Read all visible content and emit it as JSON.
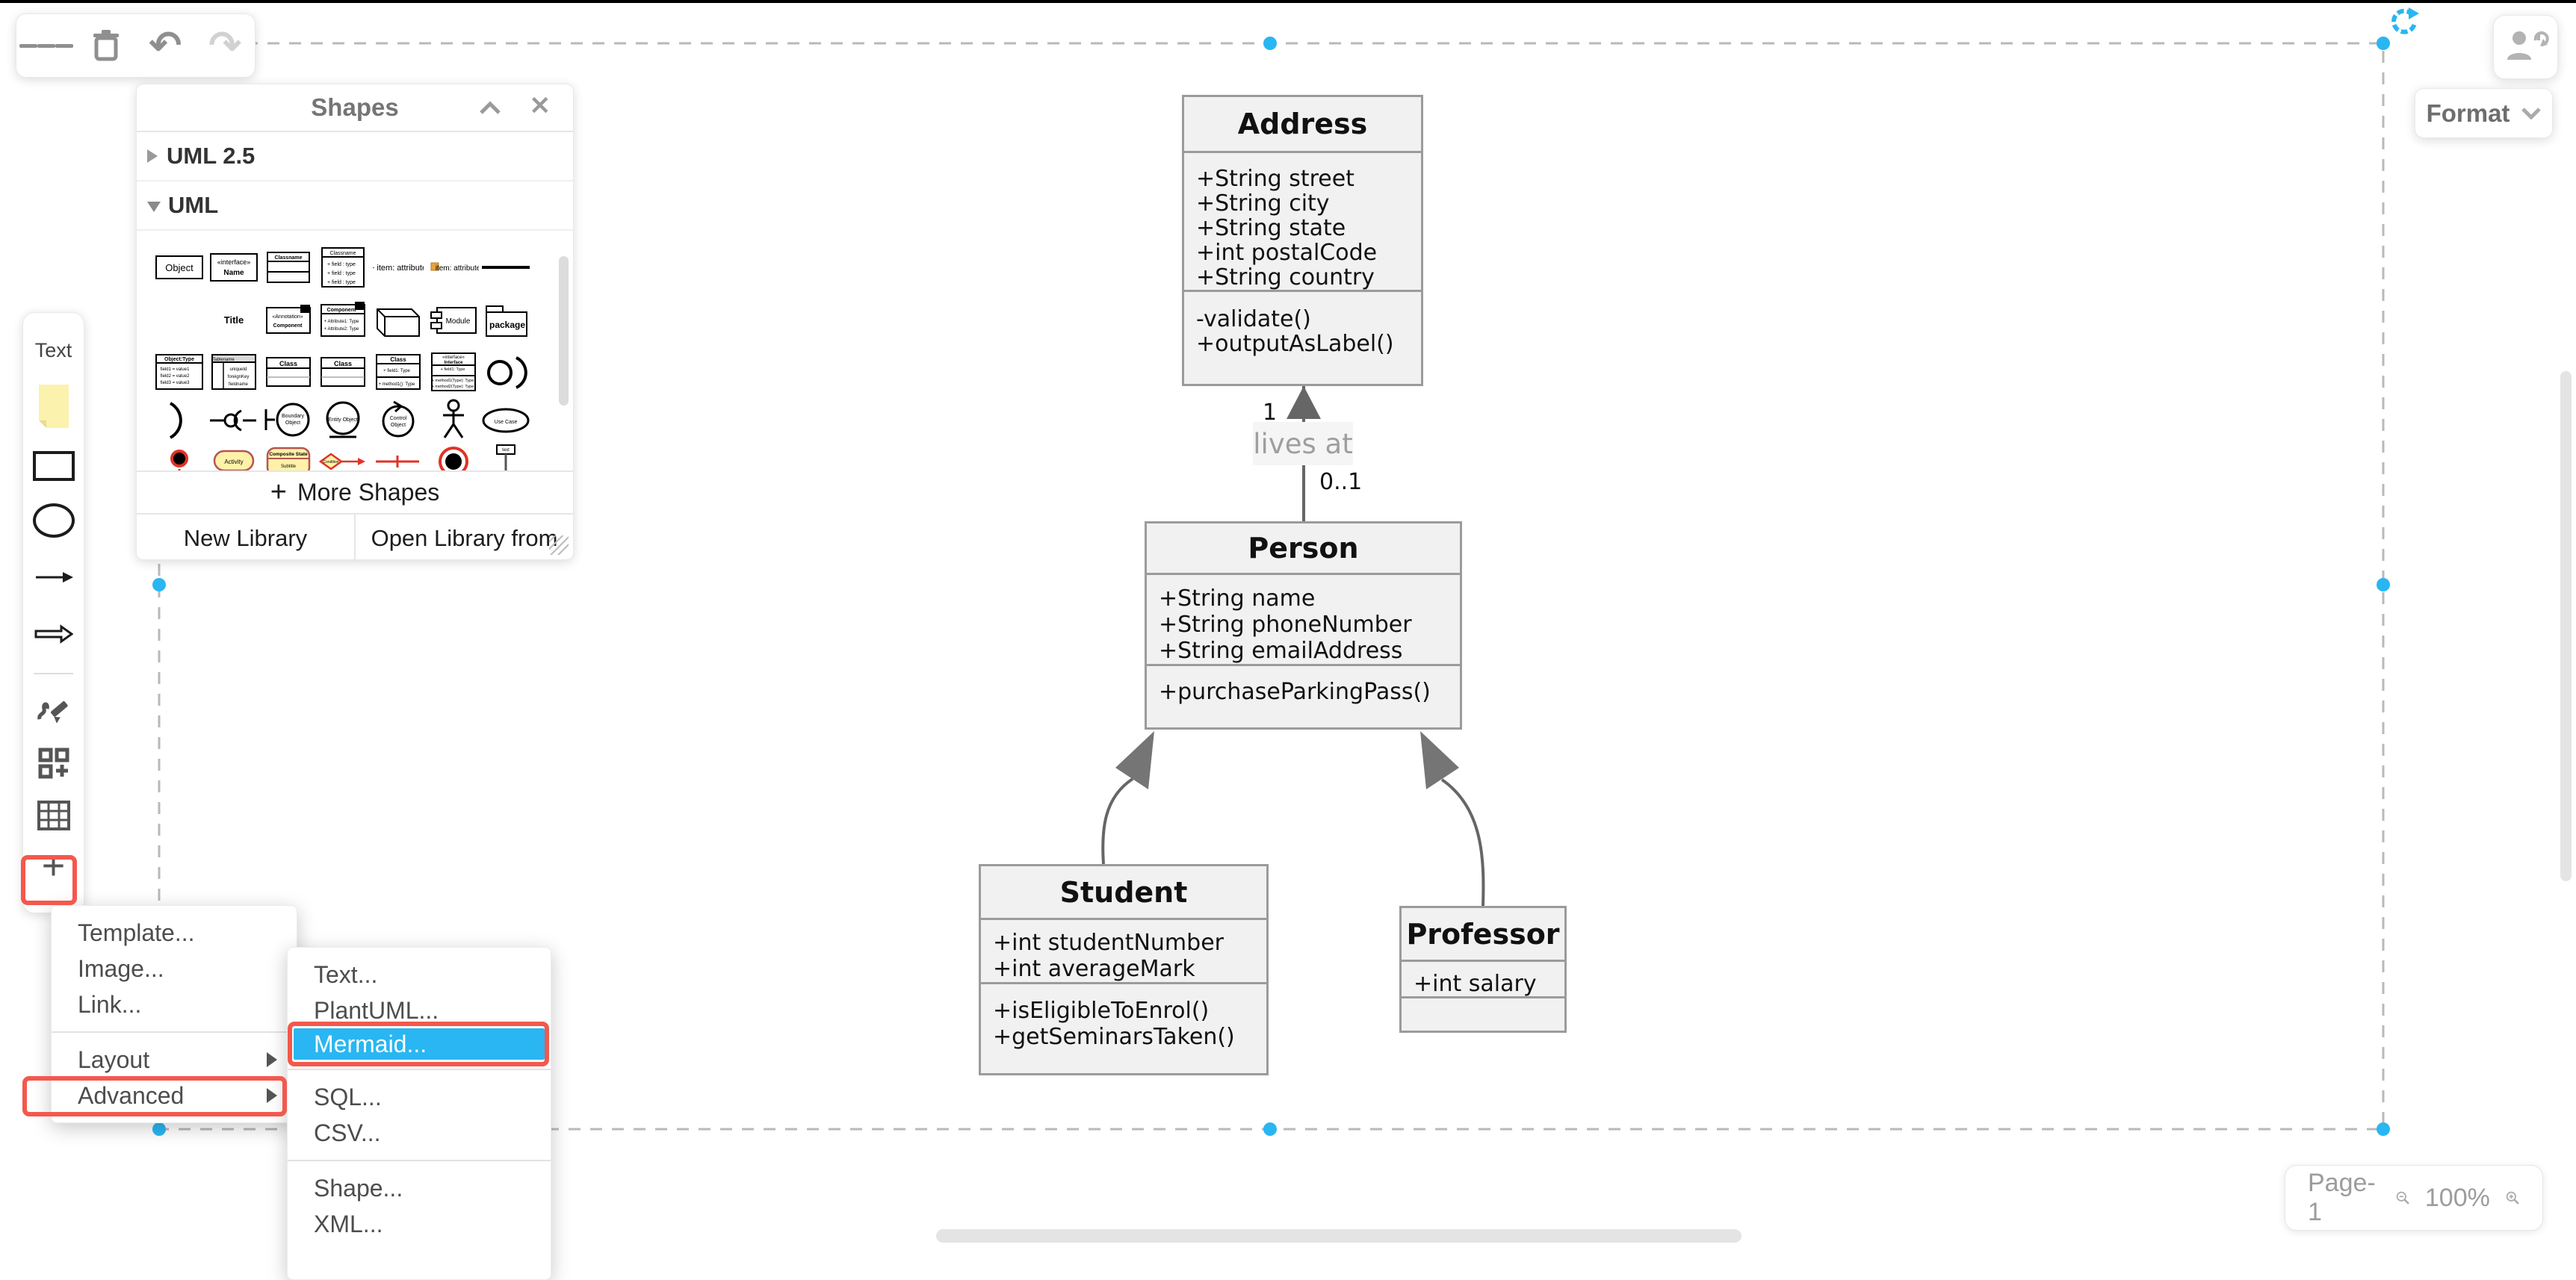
{
  "colors": {
    "accent_blue": "#29b6f2",
    "annotation_red": "#f4584d",
    "menu_highlight_bg": "#29b6f2",
    "class_fill": "#f1f1f1",
    "class_border": "#9b9b9b",
    "edge_gray": "#666666"
  },
  "topbar": {
    "icons": [
      "menu-icon",
      "trash-icon",
      "undo-icon",
      "redo-icon"
    ],
    "undo_glyph": "↶",
    "redo_glyph": "↷"
  },
  "shapes_panel": {
    "title": "Shapes",
    "sections": [
      {
        "label": "UML 2.5",
        "expanded": false
      },
      {
        "label": "UML",
        "expanded": true
      }
    ],
    "more_shapes_label": "More Shapes",
    "more_shapes_plus": "+",
    "new_library_label": "New Library",
    "open_library_label": "Open Library from",
    "thumbnails": [
      {
        "name": "object-shape",
        "label": "Object",
        "row": 0,
        "col": 0,
        "kind": "obj"
      },
      {
        "name": "interface-shape",
        "label": "«interface» Name",
        "row": 0,
        "col": 1,
        "kind": "iface"
      },
      {
        "name": "class-2-shape",
        "label": "Classname",
        "row": 0,
        "col": 2,
        "kind": "class2"
      },
      {
        "name": "class-fields-shape",
        "label": "Classname + field: type",
        "row": 0,
        "col": 3,
        "kind": "class3"
      },
      {
        "name": "item-attribute-shape",
        "label": "+ item: attribute",
        "row": 0,
        "col": 4,
        "kind": "textattr"
      },
      {
        "name": "item-attribute-icon-shape",
        "label": "item: attribute",
        "row": 0,
        "col": 5,
        "kind": "iconattr"
      },
      {
        "name": "line-shape",
        "label": "",
        "row": 0,
        "col": 6,
        "kind": "hline"
      },
      {
        "name": "title-shape",
        "label": "Title",
        "row": 1,
        "col": 1,
        "kind": "titletext"
      },
      {
        "name": "component-badge-shape",
        "label": "«Annotation» Component",
        "row": 1,
        "col": 2,
        "kind": "compbadge"
      },
      {
        "name": "component-shape",
        "label": "Component",
        "row": 1,
        "col": 3,
        "kind": "component"
      },
      {
        "name": "cube-shape",
        "label": "",
        "row": 1,
        "col": 4,
        "kind": "cube"
      },
      {
        "name": "module-shape",
        "label": "Module",
        "row": 1,
        "col": 5,
        "kind": "module"
      },
      {
        "name": "package-shape",
        "label": "package",
        "row": 1,
        "col": 6,
        "kind": "package"
      },
      {
        "name": "object-type-shape",
        "label": "Object:Type",
        "row": 2,
        "col": 0,
        "kind": "objtype"
      },
      {
        "name": "table-shape",
        "label": "Tablename",
        "row": 2,
        "col": 1,
        "kind": "table"
      },
      {
        "name": "class-simple-shape",
        "label": "Class",
        "row": 2,
        "col": 2,
        "kind": "cls"
      },
      {
        "name": "class-simple-shape-2",
        "label": "Class",
        "row": 2,
        "col": 3,
        "kind": "cls"
      },
      {
        "name": "class-field-method-shape",
        "label": "Class",
        "row": 2,
        "col": 4,
        "kind": "clsfm"
      },
      {
        "name": "interface-methods-shape",
        "label": "Interface",
        "row": 2,
        "col": 5,
        "kind": "ifacem"
      },
      {
        "name": "provided-required-shape",
        "label": "",
        "row": 2,
        "col": 6,
        "kind": "circles"
      },
      {
        "name": "arc-shape",
        "label": "",
        "row": 3,
        "col": 0,
        "kind": "arc"
      },
      {
        "name": "lollipop-shape",
        "label": "",
        "row": 3,
        "col": 1,
        "kind": "lolli"
      },
      {
        "name": "boundary-object-shape",
        "label": "Boundary Object",
        "row": 3,
        "col": 2,
        "kind": "boundary"
      },
      {
        "name": "entity-object-shape",
        "label": "Entity Object",
        "row": 3,
        "col": 3,
        "kind": "entity"
      },
      {
        "name": "control-object-shape",
        "label": "Control Object",
        "row": 3,
        "col": 4,
        "kind": "control"
      },
      {
        "name": "actor-shape",
        "label": "",
        "row": 3,
        "col": 5,
        "kind": "actor"
      },
      {
        "name": "use-case-shape",
        "label": "Use Case",
        "row": 3,
        "col": 6,
        "kind": "usecase"
      },
      {
        "name": "initial-node-shape",
        "label": "",
        "row": 4,
        "col": 0,
        "kind": "initial"
      },
      {
        "name": "activity-shape",
        "label": "Activity",
        "row": 4,
        "col": 1,
        "kind": "activity"
      },
      {
        "name": "composite-state-shape",
        "label": "Composite State",
        "row": 4,
        "col": 2,
        "kind": "composite"
      },
      {
        "name": "condition-shape",
        "label": "Condition",
        "row": 4,
        "col": 3,
        "kind": "condition"
      },
      {
        "name": "flow-edge-shape",
        "label": "",
        "row": 4,
        "col": 4,
        "kind": "redline"
      },
      {
        "name": "final-node-shape",
        "label": "",
        "row": 4,
        "col": 5,
        "kind": "final"
      },
      {
        "name": "signal-shape",
        "label": "",
        "row": 4,
        "col": 6,
        "kind": "signal"
      }
    ]
  },
  "left_toolbar": {
    "text_tool_label": "Text",
    "tools": [
      "note-tool",
      "rectangle-tool",
      "ellipse-tool",
      "arrow-tool",
      "block-arrow-tool",
      "freehand-tool",
      "shapes-tool",
      "table-tool",
      "insert-plus-button"
    ]
  },
  "insert_menu": {
    "items": [
      {
        "label": "Template...",
        "type": "item"
      },
      {
        "label": "Image...",
        "type": "item"
      },
      {
        "label": "Link...",
        "type": "item"
      },
      {
        "type": "divider"
      },
      {
        "label": "Layout",
        "type": "item",
        "submenu": true
      },
      {
        "label": "Advanced",
        "type": "item",
        "submenu": true,
        "red_annotation": true
      }
    ]
  },
  "advanced_submenu": {
    "items": [
      {
        "label": "Text...",
        "type": "item"
      },
      {
        "label": "PlantUML...",
        "type": "item"
      },
      {
        "label": "Mermaid...",
        "type": "item",
        "selected": true,
        "red_annotation": true
      },
      {
        "type": "divider"
      },
      {
        "label": "SQL...",
        "type": "item"
      },
      {
        "label": "CSV...",
        "type": "item"
      },
      {
        "type": "divider"
      },
      {
        "label": "Shape...",
        "type": "item"
      },
      {
        "label": "XML...",
        "type": "item"
      }
    ]
  },
  "top_right": {
    "format_label": "Format",
    "sketch_button_icon": "user-sync-icon"
  },
  "page_controls": {
    "page_label": "Page-1",
    "zoom_level": "100%"
  },
  "diagram": {
    "classes": [
      {
        "id": "address",
        "title": "Address",
        "attributes": [
          "+String street",
          "+String city",
          "+String state",
          "+int postalCode",
          "+String country"
        ],
        "methods": [
          "-validate()",
          "+outputAsLabel()"
        ]
      },
      {
        "id": "person",
        "title": "Person",
        "attributes": [
          "+String name",
          "+String phoneNumber",
          "+String emailAddress"
        ],
        "methods": [
          "+purchaseParkingPass()"
        ]
      },
      {
        "id": "student",
        "title": "Student",
        "attributes": [
          "+int studentNumber",
          "+int averageMark"
        ],
        "methods": [
          "+isEligibleToEnrol()",
          "+getSeminarsTaken()"
        ]
      },
      {
        "id": "professor",
        "title": "Professor",
        "attributes": [
          "+int salary"
        ],
        "methods": []
      }
    ],
    "association": {
      "label": "lives at",
      "source_multiplicity": "1",
      "target_multiplicity": "0..1"
    }
  }
}
